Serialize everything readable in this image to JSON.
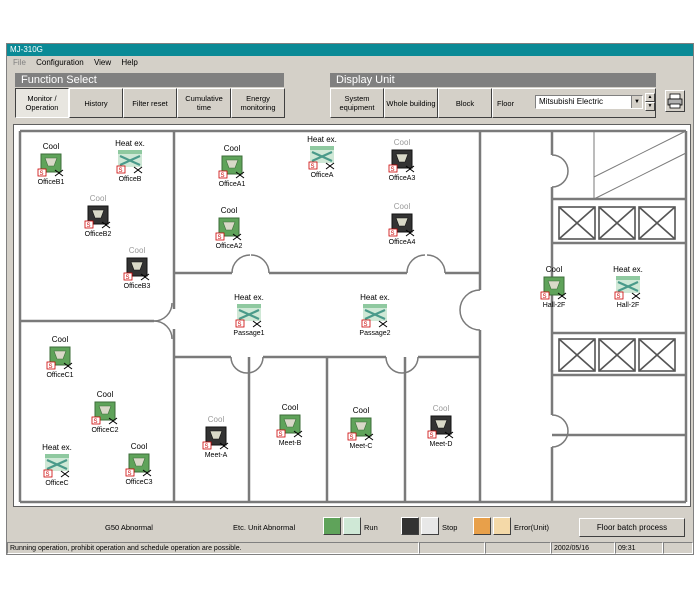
{
  "title": "MJ-310G",
  "menu": [
    "File",
    "Configuration",
    "View",
    "Help"
  ],
  "function_select": {
    "heading": "Function Select",
    "buttons": [
      {
        "label": "Monitor / Operation"
      },
      {
        "label": "History"
      },
      {
        "label": "Filter reset"
      },
      {
        "label": "Cumulative time"
      },
      {
        "label": "Energy monitoring"
      }
    ]
  },
  "display_unit": {
    "heading": "Display Unit",
    "buttons": [
      {
        "label": "System equipment"
      },
      {
        "label": "Whole building"
      },
      {
        "label": "Block"
      }
    ],
    "floor_label": "Floor",
    "floor_value": "Mitsubishi Electric"
  },
  "units": [
    {
      "mode": "Cool",
      "name": "OfficeB1",
      "type": "cool",
      "state": "run"
    },
    {
      "mode": "Heat ex.",
      "name": "OfficeB",
      "type": "heatex",
      "state": "run"
    },
    {
      "mode": "Cool",
      "name": "OfficeB2",
      "type": "cool",
      "state": "stop"
    },
    {
      "mode": "Cool",
      "name": "OfficeB3",
      "type": "cool",
      "state": "stop"
    },
    {
      "mode": "Cool",
      "name": "OfficeA1",
      "type": "cool",
      "state": "run"
    },
    {
      "mode": "Heat ex.",
      "name": "OfficeA",
      "type": "heatex",
      "state": "run"
    },
    {
      "mode": "Cool",
      "name": "OfficeA3",
      "type": "cool",
      "state": "stop"
    },
    {
      "mode": "Cool",
      "name": "OfficeA2",
      "type": "cool",
      "state": "run"
    },
    {
      "mode": "Cool",
      "name": "OfficeA4",
      "type": "cool",
      "state": "stop"
    },
    {
      "mode": "Heat ex.",
      "name": "Passage1",
      "type": "heatex",
      "state": "run"
    },
    {
      "mode": "Heat ex.",
      "name": "Passage2",
      "type": "heatex",
      "state": "run"
    },
    {
      "mode": "Cool",
      "name": "Hall-2F",
      "type": "cool",
      "state": "run"
    },
    {
      "mode": "Heat ex.",
      "name": "Hall-2F",
      "type": "heatex",
      "state": "run"
    },
    {
      "mode": "Cool",
      "name": "OfficeC1",
      "type": "cool",
      "state": "run"
    },
    {
      "mode": "Cool",
      "name": "OfficeC2",
      "type": "cool",
      "state": "run"
    },
    {
      "mode": "Heat ex.",
      "name": "OfficeC",
      "type": "heatex",
      "state": "run"
    },
    {
      "mode": "Cool",
      "name": "OfficeC3",
      "type": "cool",
      "state": "run"
    },
    {
      "mode": "Cool",
      "name": "Meet-A",
      "type": "cool",
      "state": "stop"
    },
    {
      "mode": "Cool",
      "name": "Meet-B",
      "type": "cool",
      "state": "run"
    },
    {
      "mode": "Cool",
      "name": "Meet-C",
      "type": "cool",
      "state": "run"
    },
    {
      "mode": "Cool",
      "name": "Meet-D",
      "type": "cool",
      "state": "stop"
    }
  ],
  "legend": {
    "g50": "G50  Abnormal",
    "etc": "Etc. Unit Abnormal",
    "run": "Run",
    "stop": "Stop",
    "error": "Error(Unit)",
    "batch": "Floor batch process"
  },
  "status": {
    "message": "Running operation, prohibit operation and schedule operation are possible.",
    "date": "2002/05/16",
    "time": "09:31"
  },
  "colors": {
    "titlebar": "#0a8a96",
    "run_unit": "#5fa35a",
    "stop_unit": "#333333",
    "heatex_coil": "#4a9a8a"
  }
}
